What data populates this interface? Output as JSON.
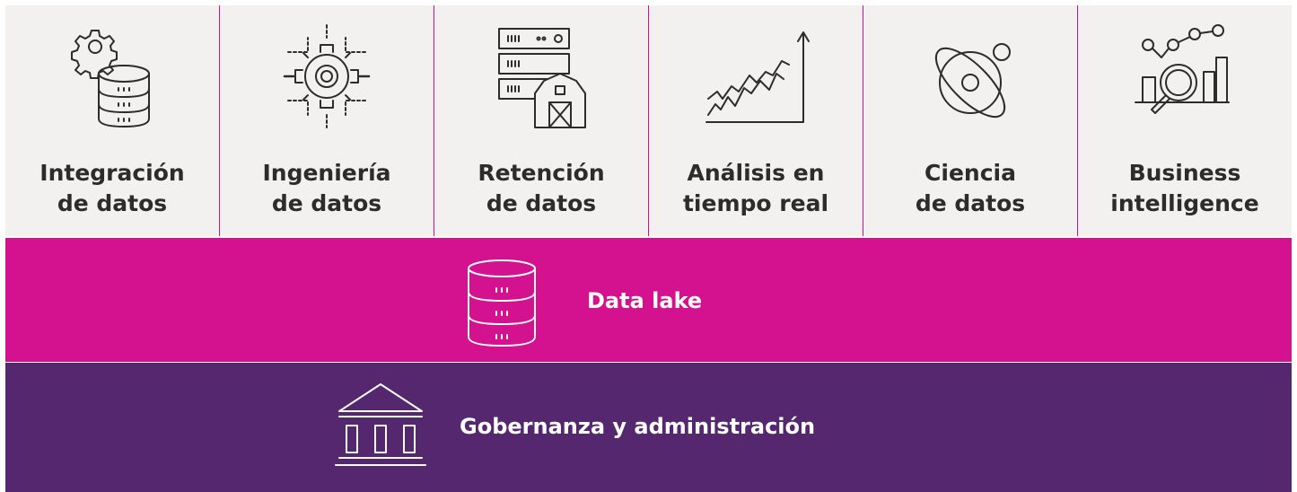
{
  "tiles": [
    {
      "line1": "Integración",
      "line2": "de datos",
      "icon": "gear-database-icon"
    },
    {
      "line1": "Ingeniería",
      "line2": "de datos",
      "icon": "gear-circuit-icon"
    },
    {
      "line1": "Retención",
      "line2": "de datos",
      "icon": "server-barn-icon"
    },
    {
      "line1": "Análisis en",
      "line2": "tiempo real",
      "icon": "trend-chart-icon"
    },
    {
      "line1": "Ciencia",
      "line2": "de datos",
      "icon": "atom-icon"
    },
    {
      "line1": "Business",
      "line2": "intelligence",
      "icon": "magnifier-chart-icon"
    }
  ],
  "data_lake": {
    "label": "Data lake",
    "icon": "database-icon"
  },
  "governance": {
    "label": "Gobernanza y administración",
    "icon": "institution-icon"
  },
  "colors": {
    "tile_bg": "#f2f1f0",
    "divider": "#d10f8e",
    "data_lake_bg": "#d4118f",
    "governance_bg": "#55276f",
    "tile_text": "#2c2c2c",
    "band_text": "#ffffff"
  }
}
